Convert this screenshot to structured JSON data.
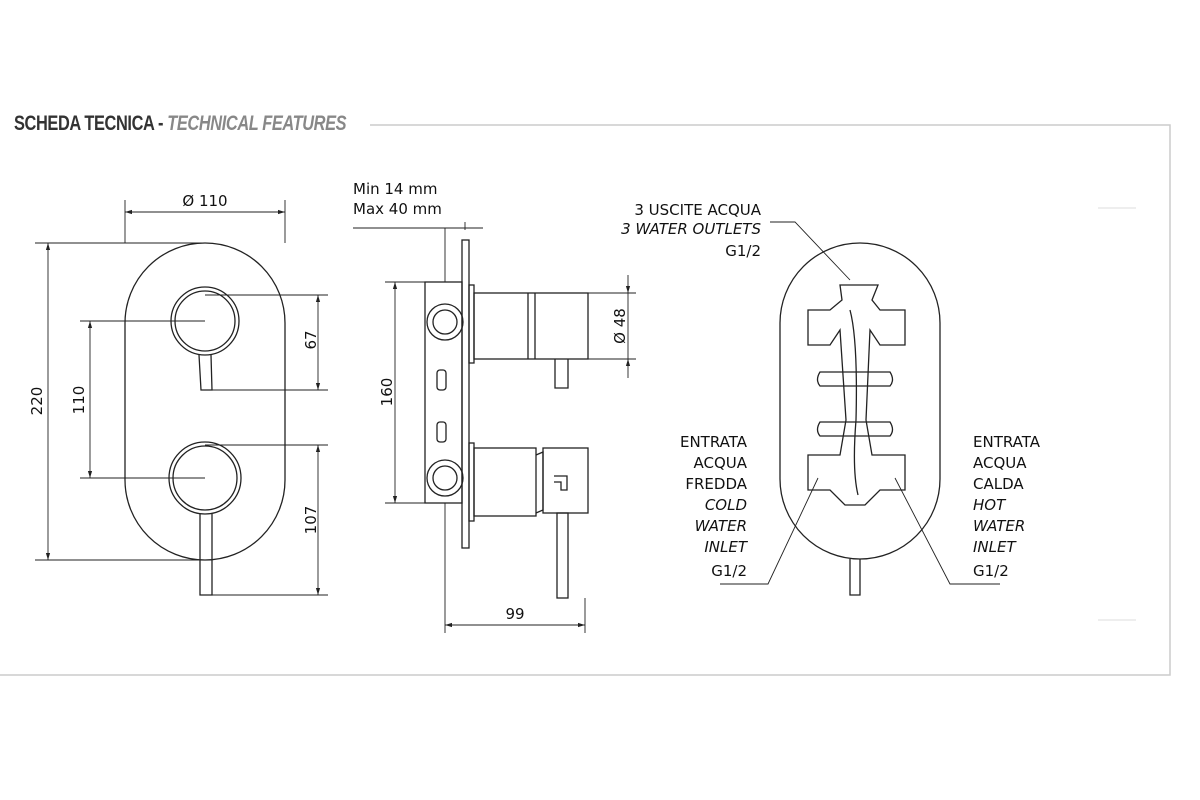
{
  "header": {
    "title_it": "SCHEDA TECNICA",
    "separator": "-",
    "title_en": "TECHNICAL FEATURES"
  },
  "front_view": {
    "diameter": "Ø 110",
    "height": "220",
    "knob_spacing": "110",
    "top_dim": "67",
    "bottom_dim": "107"
  },
  "side_view": {
    "min": "Min 14 mm",
    "max": "Max 40 mm",
    "height": "160",
    "diameter": "Ø 48",
    "depth": "99"
  },
  "rear_view": {
    "outlets": [
      "3 USCITE ACQUA",
      "3 WATER OUTLETS",
      "G1/2"
    ],
    "cold": [
      "ENTRATA",
      "ACQUA",
      "FREDDA",
      "COLD",
      "WATER",
      "INLET",
      "G1/2"
    ],
    "hot": [
      "ENTRATA",
      "ACQUA",
      "CALDA",
      "HOT",
      "WATER",
      "INLET",
      "G1/2"
    ]
  }
}
